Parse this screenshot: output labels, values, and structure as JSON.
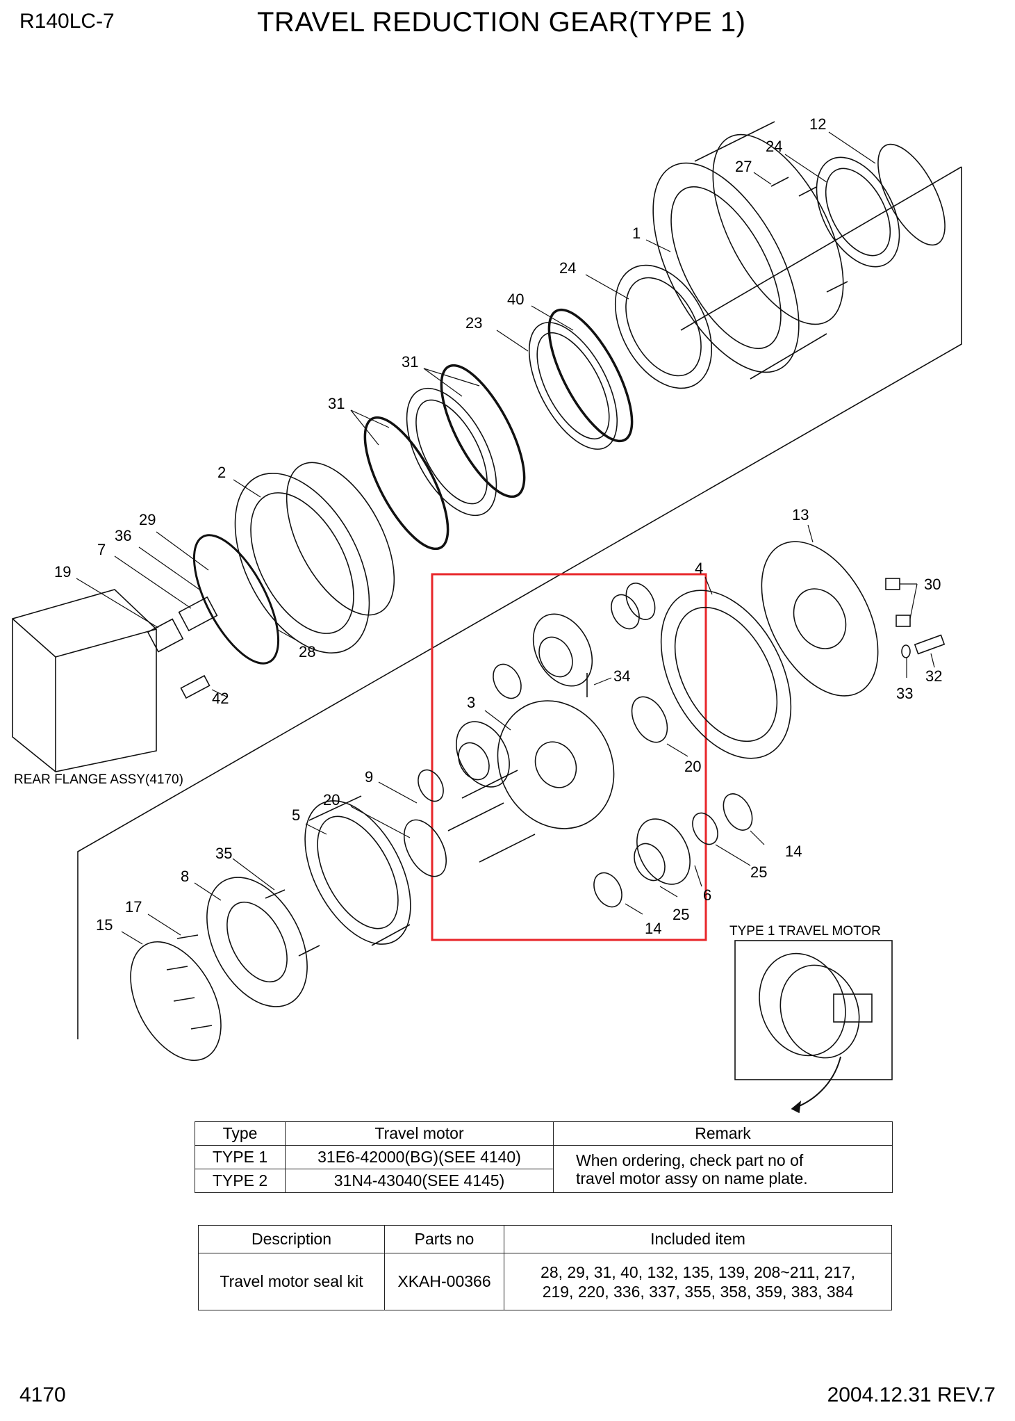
{
  "header": {
    "model": "R140LC-7",
    "title": "TRAVEL REDUCTION GEAR(TYPE 1)"
  },
  "footer": {
    "page": "4170",
    "date_rev": "2004.12.31  REV.7"
  },
  "captions": {
    "rear_flange": "REAR FLANGE ASSY(4170)",
    "type1_motor": "TYPE 1 TRAVEL MOTOR"
  },
  "callouts": {
    "n12": "12",
    "n24a": "24",
    "n27": "27",
    "n1": "1",
    "n24b": "24",
    "n40": "40",
    "n23": "23",
    "n31a": "31",
    "n31b": "31",
    "n2": "2",
    "n29": "29",
    "n36": "36",
    "n7": "7",
    "n19": "19",
    "n28": "28",
    "n42": "42",
    "n13": "13",
    "n4": "4",
    "n30": "30",
    "n32": "32",
    "n33": "33",
    "n34": "34",
    "n3": "3",
    "n20a": "20",
    "n9": "9",
    "n20b": "20",
    "n5": "5",
    "n35": "35",
    "n8": "8",
    "n17": "17",
    "n15": "15",
    "n14a": "14",
    "n25a": "25",
    "n6": "6",
    "n25b": "25",
    "n14b": "14"
  },
  "type_table": {
    "headers": [
      "Type",
      "Travel motor",
      "Remark"
    ],
    "rows": [
      {
        "type": "TYPE 1",
        "motor": "31E6-42000(BG)(SEE 4140)"
      },
      {
        "type": "TYPE 2",
        "motor": "31N4-43040(SEE 4145)"
      }
    ],
    "remark_line1": "When ordering, check part no of",
    "remark_line2": "travel motor assy on name plate."
  },
  "kit_table": {
    "headers": [
      "Description",
      "Parts no",
      "Included item"
    ],
    "description": "Travel motor seal kit",
    "parts_no": "XKAH-00366",
    "included_line1": "28, 29, 31, 40, 132, 135, 139, 208~211, 217,",
    "included_line2": "219, 220, 336, 337, 355, 358, 359, 383, 384"
  },
  "colors": {
    "highlight": "#e8262a",
    "line": "#111111"
  }
}
